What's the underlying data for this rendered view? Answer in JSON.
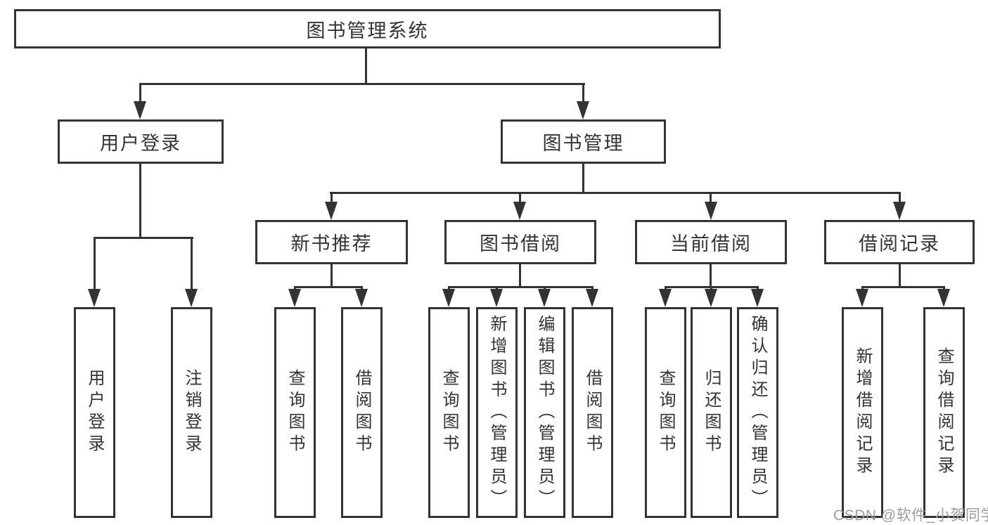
{
  "nodes": {
    "root": "图书管理系统",
    "level2": [
      "用户登录",
      "图书管理"
    ],
    "level3": [
      "新书推荐",
      "图书借阅",
      "当前借阅",
      "借阅记录"
    ],
    "user_login_children": [
      "用户登录",
      "注销登录"
    ],
    "recommend_children": [
      "查询图书",
      "借阅图书"
    ],
    "borrow_children": [
      "查询图书",
      "新增图书（管理员）",
      "编辑图书（管理员）",
      "借阅图书"
    ],
    "current_children": [
      "查询图书",
      "归还图书",
      "确认归还（管理员）"
    ],
    "record_children": [
      "新增借阅记录",
      "查询借阅记录"
    ]
  },
  "watermark": {
    "text": "CSDN @软件_小贺同学",
    "color": "#9c9c9c"
  },
  "colors": {
    "line": "#333333",
    "text": "#333333",
    "background": "#ffffff"
  }
}
